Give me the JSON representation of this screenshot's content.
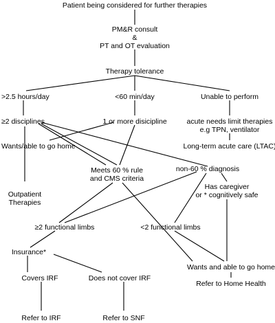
{
  "nodes": {
    "start": "Patient being considered for further therapies",
    "pmr_1": "PM&R consult",
    "pmr_2": "&",
    "pmr_3": "PT and OT evaluation",
    "tolerance": "Therapy tolerance",
    "hours_25": ">2.5 hours/day",
    "min_60": "<60 min/day",
    "unable": "Unable to perform",
    "disciplines_2": "≥2 disciplines",
    "discipline_1": "1 or more disicipline",
    "acute_1": "acute needs limit therapies",
    "acute_2": "e.g TPN, ventilator",
    "ltac": "Long-term acute care (LTAC)",
    "wants_home": "Wants/able to go home",
    "meets_1": "Meets 60 % rule",
    "meets_2": "and CMS criteria",
    "non60": "non-60 % diagnosis",
    "caregiver_1": "Has caregiver",
    "caregiver_2": "or * cognitively safe",
    "outpt_1": "Outpatient",
    "outpt_2": "Therapies",
    "limbs_ge2": "≥2 functional limbs",
    "limbs_lt2": "<2 functional limbs",
    "insurance": "Insurance*",
    "covers": "Covers IRF",
    "not_cover": "Does not cover IRF",
    "wants_able": "Wants and able to go home",
    "home_health": "Refer to Home Health",
    "ref_irf": "Refer to IRF",
    "ref_snf": "Refer to SNF"
  }
}
